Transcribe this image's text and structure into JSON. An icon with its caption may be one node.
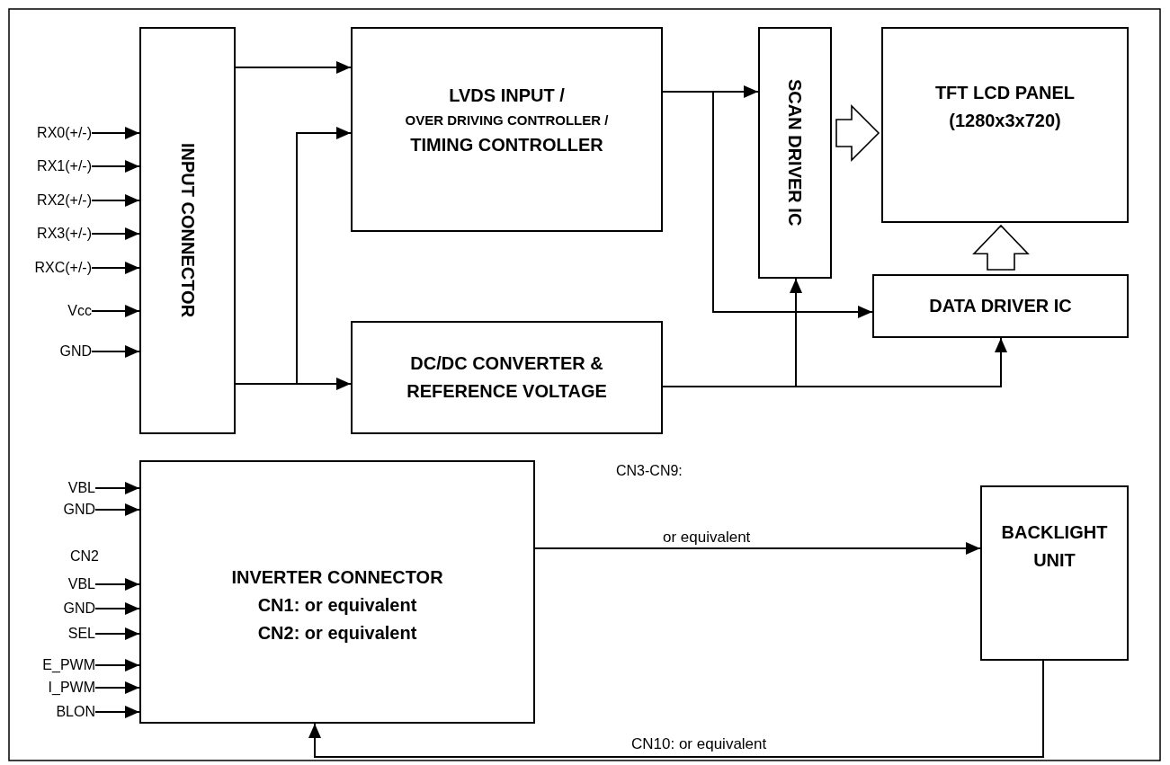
{
  "diagram": {
    "nodes": [
      {
        "text": [
          "RX0(+/-)"
        ]
      },
      {
        "text": [
          "RX1(+/-)"
        ]
      },
      {
        "text": [
          "RX2(+/-)"
        ]
      },
      {
        "text": [
          "RX3(+/-)"
        ]
      },
      {
        "text": [
          "RXC(+/-)"
        ]
      },
      {
        "text": [
          "Vcc"
        ]
      },
      {
        "text": [
          "GND"
        ]
      },
      {
        "text": [
          "INPUT CONNECTOR"
        ]
      },
      {
        "text": [
          "LVDS INPUT /",
          "OVER DRIVING CONTROLLER /",
          "TIMING CONTROLLER"
        ]
      },
      {
        "text": [
          "SCAN DRIVER IC"
        ]
      },
      {
        "text": [
          "TFT LCD PANEL (1280x3x720)"
        ]
      },
      {
        "text": [
          "DC/DC CONVERTER & REFERENCE VOLTAGE"
        ]
      },
      {
        "text": [
          "DATA DRIVER IC"
        ]
      },
      {
        "text": [
          "VBL"
        ]
      },
      {
        "text": [
          "GND"
        ]
      },
      {
        "text": [
          "VBL"
        ]
      },
      {
        "text": [
          "GND"
        ]
      },
      {
        "text": [
          "SEL"
        ]
      },
      {
        "text": [
          "E_PWM"
        ]
      },
      {
        "text": [
          "I_PWM"
        ]
      },
      {
        "text": [
          "BLON"
        ]
      },
      {
        "text": [
          "INVERTER CONNECTOR",
          "CN1: or equivalent",
          "CN2: or equivalent"
        ]
      },
      {
        "text": [
          "BACKLIGHT UNIT"
        ]
      }
    ],
    "edges": [
      {
        "from": 0,
        "to": 7,
        "arrow": "to"
      },
      {
        "from": 1,
        "to": 7,
        "arrow": "to"
      },
      {
        "from": 2,
        "to": 7,
        "arrow": "to"
      },
      {
        "from": 3,
        "to": 7,
        "arrow": "to"
      },
      {
        "from": 4,
        "to": 7,
        "arrow": "to"
      },
      {
        "from": 5,
        "to": 7,
        "arrow": "to"
      },
      {
        "from": 6,
        "to": 7,
        "arrow": "to"
      },
      {
        "from": 7,
        "to": 8,
        "arrow": "to"
      },
      {
        "from": 7,
        "to": 11,
        "arrow": "to"
      },
      {
        "from": 7,
        "to": 8,
        "arrow": "to"
      },
      {
        "from": 8,
        "to": 9,
        "arrow": "to"
      },
      {
        "from": 8,
        "to": 12,
        "arrow": "to"
      },
      {
        "from": 11,
        "to": 12,
        "arrow": "to"
      },
      {
        "from": 11,
        "to": 9,
        "arrow": "to"
      },
      {
        "from": 9,
        "to": 10,
        "arrow": "to",
        "style": "thick"
      },
      {
        "from": 12,
        "to": 10,
        "arrow": "to",
        "style": "thick"
      },
      {
        "from": 13,
        "to": 21,
        "arrow": "to"
      },
      {
        "from": 14,
        "to": 21,
        "arrow": "to"
      },
      {
        "from": 15,
        "to": 21,
        "arrow": "to"
      },
      {
        "from": 16,
        "to": 21,
        "arrow": "to"
      },
      {
        "from": 17,
        "to": 21,
        "arrow": "to"
      },
      {
        "from": 18,
        "to": 21,
        "arrow": "to"
      },
      {
        "from": 19,
        "to": 21,
        "arrow": "to"
      },
      {
        "from": 20,
        "to": 21,
        "arrow": "to"
      },
      {
        "from": 21,
        "to": 22,
        "arrow": "to",
        "label": "or equivalent"
      },
      {
        "from": 22,
        "to": 21,
        "arrow": "to",
        "label": "CN10: or equivalent"
      }
    ],
    "labels": [
      "CN2",
      "CN3-CN9:"
    ]
  }
}
